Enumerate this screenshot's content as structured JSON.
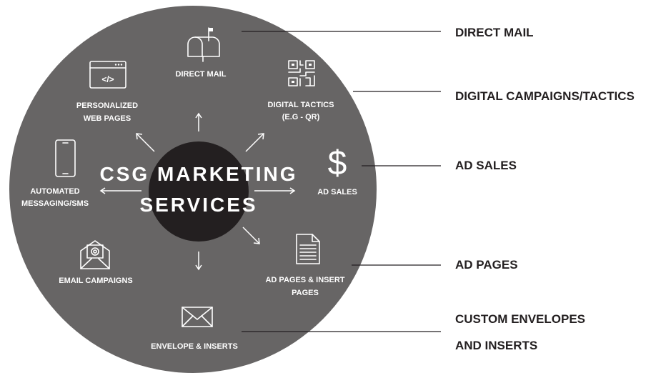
{
  "center": {
    "line1": "CSG MARKETING",
    "line2": "SERVICES"
  },
  "services": {
    "direct_mail": "DIRECT MAIL",
    "digital_tactics_1": "DIGITAL TACTICS",
    "digital_tactics_2": "(E.G - QR)",
    "ad_sales": "AD SALES",
    "ad_pages_1": "AD PAGES & INSERT",
    "ad_pages_2": "PAGES",
    "envelope": "ENVELOPE & INSERTS",
    "email": "EMAIL CAMPAIGNS",
    "sms_1": "AUTOMATED",
    "sms_2": "MESSAGING/SMS",
    "web_1": "PERSONALIZED",
    "web_2": "WEB PAGES"
  },
  "callouts": {
    "direct_mail": "DIRECT MAIL",
    "digital": "DIGITAL CAMPAIGNS/TACTICS",
    "ad_sales": "AD SALES",
    "ad_pages": "AD PAGES",
    "envelopes_1": "CUSTOM ENVELOPES",
    "envelopes_2": "AND INSERTS"
  },
  "colors": {
    "outer_circle": "#676565",
    "inner_circle": "#231f20",
    "text_dark": "#231f20",
    "text_light": "#ffffff"
  },
  "icons": [
    "mailbox-icon",
    "qr-code-icon",
    "dollar-icon",
    "document-icon",
    "envelope-icon",
    "email-icon",
    "smartphone-icon",
    "browser-code-icon"
  ]
}
